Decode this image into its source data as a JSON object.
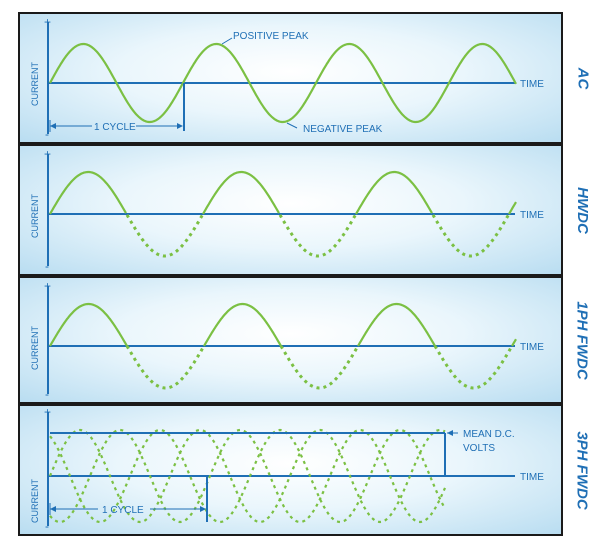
{
  "panels": [
    {
      "id": "ac",
      "side_label": "AC",
      "ylabel": "CURRENT",
      "plus_sign": "+",
      "minus_sign": "-",
      "time_label": "TIME",
      "annotations": {
        "positive_peak": "POSITIVE PEAK",
        "negative_peak": "NEGATIVE PEAK",
        "cycle": "1 CYCLE"
      }
    },
    {
      "id": "hwdc",
      "side_label": "HWDC",
      "ylabel": "CURRENT",
      "plus_sign": "+",
      "minus_sign": "-",
      "time_label": "TIME"
    },
    {
      "id": "1ph-fwdc",
      "side_label": "1PH FWDC",
      "ylabel": "CURRENT",
      "plus_sign": "+",
      "minus_sign": "-",
      "time_label": "TIME"
    },
    {
      "id": "3ph-fwdc",
      "side_label": "3PH FWDC",
      "ylabel": "CURRENT",
      "plus_sign": "+",
      "minus_sign": "-",
      "time_label": "TIME",
      "annotations": {
        "mean_dc_line1": "MEAN D.C.",
        "mean_dc_line2": "VOLTS",
        "cycle": "1 CYCLE"
      }
    }
  ],
  "colors": {
    "wave": "#7bc043",
    "axis": "#1f6fb5",
    "text": "#1f6fb5",
    "border": "#1a1a1a"
  }
}
